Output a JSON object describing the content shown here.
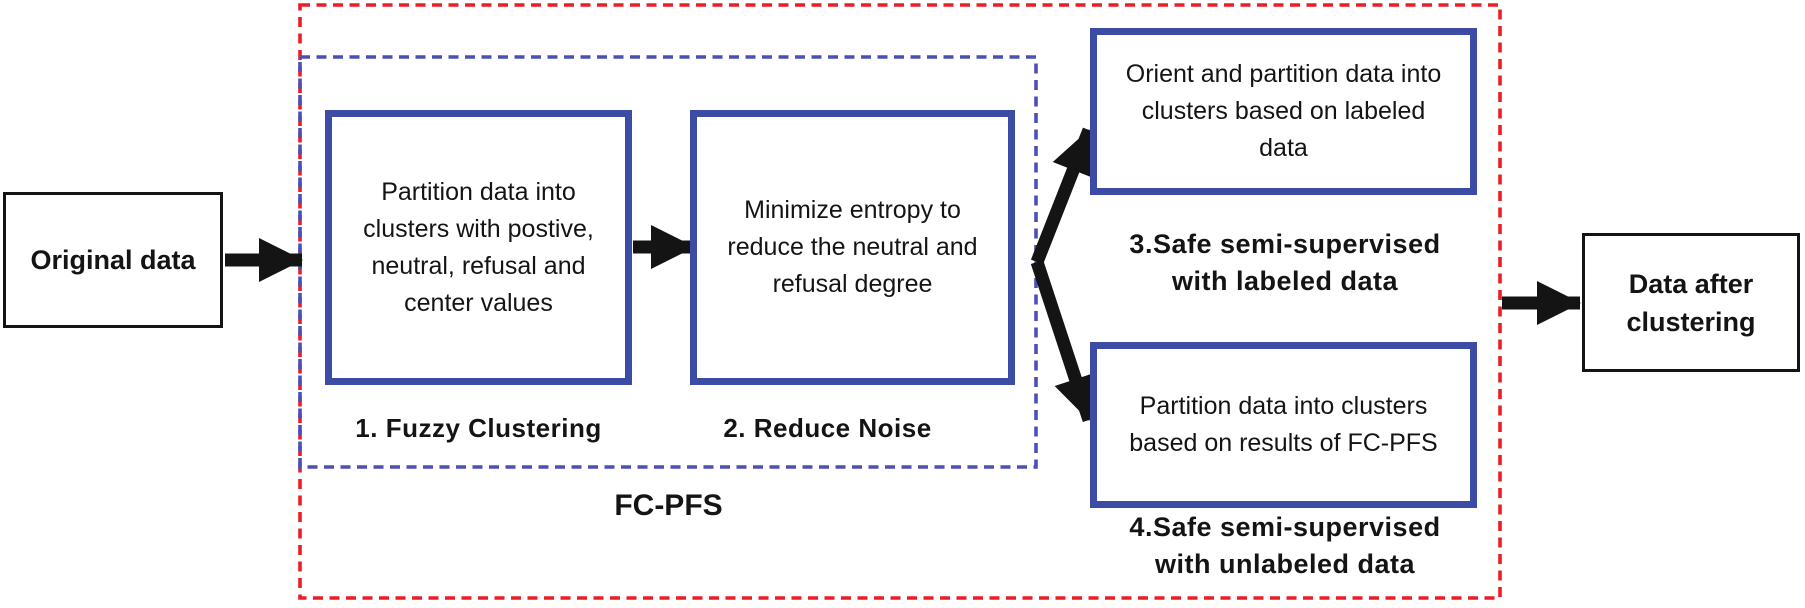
{
  "colors": {
    "box_border_blue": "#3c4ba3",
    "dashed_blue": "#4a50b4",
    "dashed_red": "#ee1c25",
    "black": "#141414"
  },
  "nodes": {
    "original": {
      "lines": [
        "Original data"
      ]
    },
    "fuzzy": {
      "lines": [
        "Partition data into",
        "clusters with postive,",
        "neutral, refusal and",
        "center values"
      ],
      "label": "1. Fuzzy Clustering"
    },
    "noise": {
      "lines": [
        "Minimize entropy to",
        "reduce the neutral and",
        "refusal degree"
      ],
      "label": "2. Reduce Noise"
    },
    "labeled": {
      "lines": [
        "Orient and partition data into",
        "clusters based on labeled",
        "data"
      ],
      "label_lines": [
        "3.Safe semi-supervised",
        "with labeled data"
      ]
    },
    "unlabeled": {
      "lines": [
        "Partition data into clusters",
        "based on results of FC-PFS"
      ],
      "label_lines": [
        "4.Safe semi-supervised",
        "with unlabeled data"
      ]
    },
    "after": {
      "lines": [
        "Data after",
        "clustering"
      ]
    }
  },
  "groups": {
    "fcpfs": {
      "label": "FC-PFS"
    }
  }
}
